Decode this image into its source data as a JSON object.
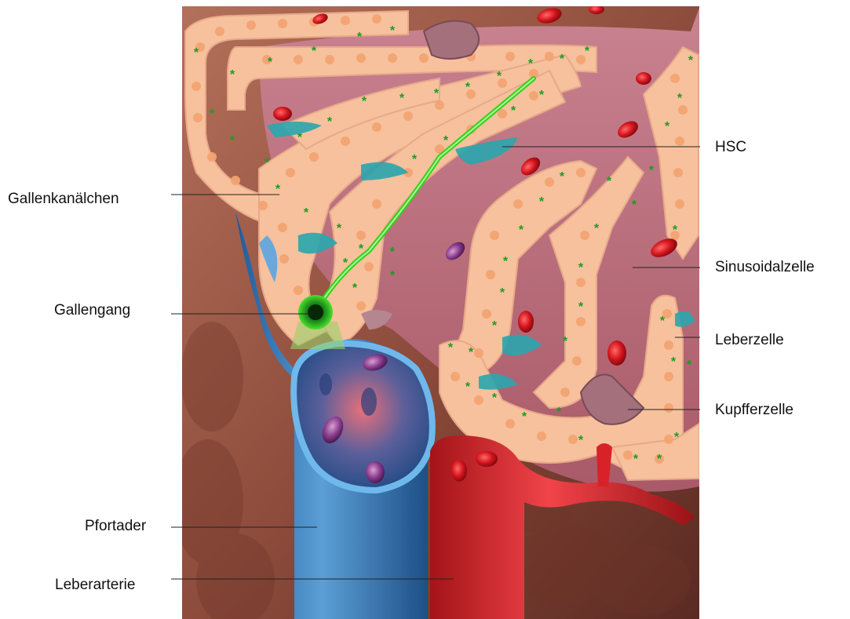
{
  "labels": {
    "gallenkanaelchen": "Gallenkanälchen",
    "gallengang": "Gallengang",
    "pfortader": "Pfortader",
    "leberarterie": "Leberarterie",
    "hsc": "HSC",
    "sinusoidalzelle": "Sinusoidalzelle",
    "leberzelle": "Leberzelle",
    "kupfferzelle": "Kupfferzelle"
  },
  "colors": {
    "hepatocyte": "#f6c19c",
    "hepatocyte_nucleus": "#f3a472",
    "bile_canaliculus": "#1f9a25",
    "bile_duct": "#33d11b",
    "portal_vein": "#3f86c8",
    "hepatic_artery": "#e1262a",
    "sinusoid": "#c77382",
    "stellate_cell": "#2aa6ae",
    "kupffer_cell": "#a3707c",
    "red_blood_cell": "#d0101a",
    "background_tissue": "#8f4d3d"
  }
}
